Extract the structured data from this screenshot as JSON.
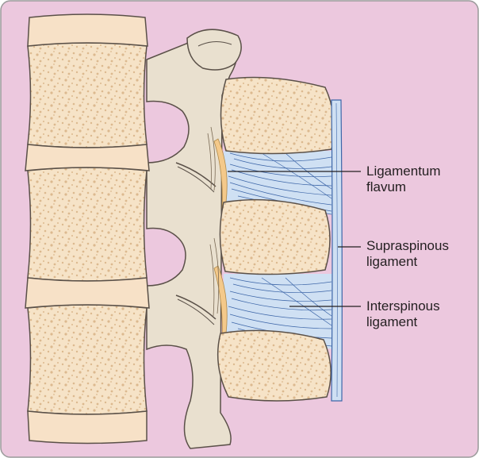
{
  "figure": {
    "background_color": "#ecc8de",
    "frame_color": "#9a9a9a",
    "bone_outline_color": "#5a5048",
    "vertebral_body_color": "#f6e3c7",
    "posterior_element_color": "#e9e0cf",
    "intervertebral_disc_color": "#f7e1c7",
    "ligament_fiber_color": "#3d66a8",
    "ligament_fill_color": "#cfe0f3",
    "ligamentum_flavum_color": "#f4c98a"
  },
  "labels": {
    "ligamentum_flavum": "Ligamentum\nflavum",
    "supraspinous_ligament": "Supraspinous\nligament",
    "interspinous_ligament": "Interspinous\nligament"
  }
}
